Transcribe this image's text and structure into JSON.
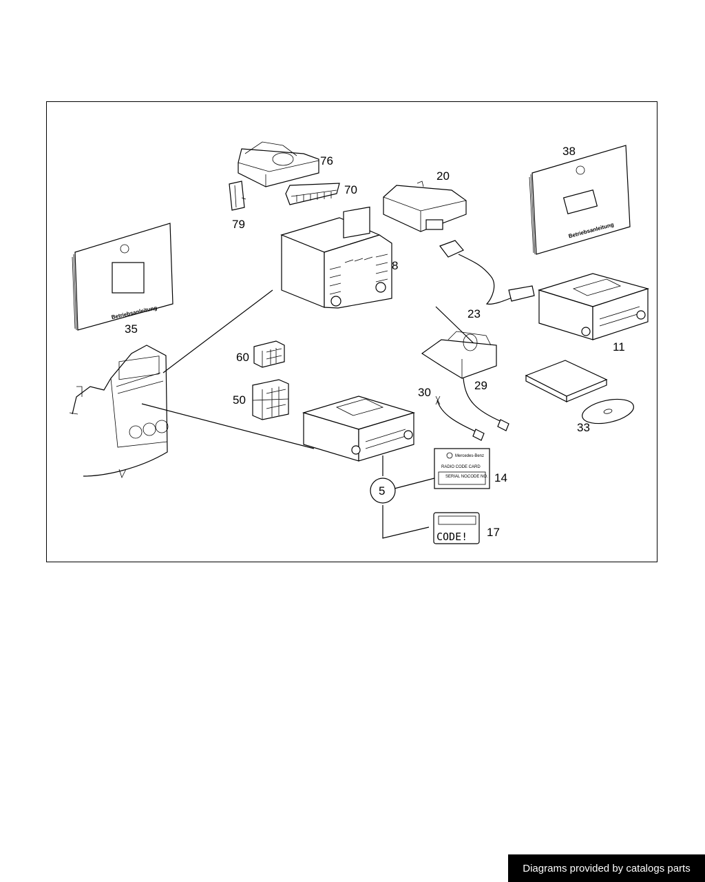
{
  "diagram": {
    "callouts": {
      "c76": "76",
      "c70": "70",
      "c79": "79",
      "c20": "20",
      "c38": "38",
      "c8": "8",
      "c35": "35",
      "c23": "23",
      "c11": "11",
      "c60": "60",
      "c50": "50",
      "c30": "30",
      "c29": "29",
      "c33": "33",
      "c5": "5",
      "c14": "14",
      "c17": "17"
    },
    "manual_label": "Betriebsanleitung",
    "code_card": {
      "brand": "Mercedes-Benz",
      "title": "RADIO CODE CARD",
      "serial_header": "SERIAL NO.",
      "code_header": "CODE NO."
    },
    "code_sticker_text": "CODE!"
  },
  "footer": {
    "credit": "Diagrams provided by catalogs parts"
  }
}
